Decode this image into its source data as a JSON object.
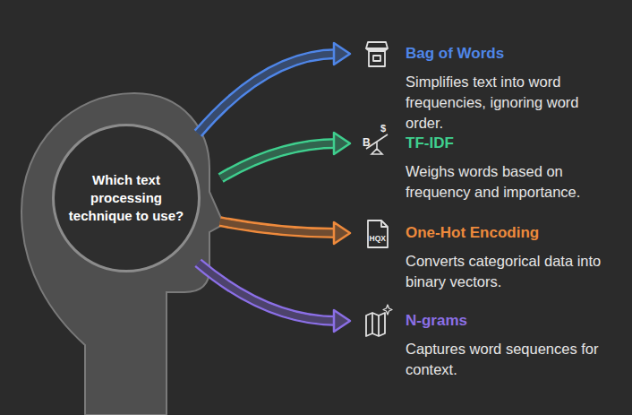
{
  "diagram": {
    "nodes": [
      {
        "text": [
          "Which text processing technique to use?"
        ]
      },
      {
        "text": [
          "Bag of Words",
          "Simplifies text into word frequencies, ignoring word order."
        ]
      },
      {
        "text": [
          "TF-IDF",
          "Weighs words based on frequency and importance."
        ]
      },
      {
        "text": [
          "One-Hot Encoding",
          "Converts categorical data into binary vectors."
        ]
      },
      {
        "text": [
          "N-grams",
          "Captures word sequences for context."
        ]
      }
    ],
    "edges": [
      {
        "from": 0,
        "to": 1,
        "arrow": "to"
      },
      {
        "from": 0,
        "to": 2,
        "arrow": "to"
      },
      {
        "from": 0,
        "to": 3,
        "arrow": "to"
      },
      {
        "from": 0,
        "to": 4,
        "arrow": "to"
      }
    ],
    "labels": [
      "B",
      "$",
      "HQX"
    ]
  }
}
